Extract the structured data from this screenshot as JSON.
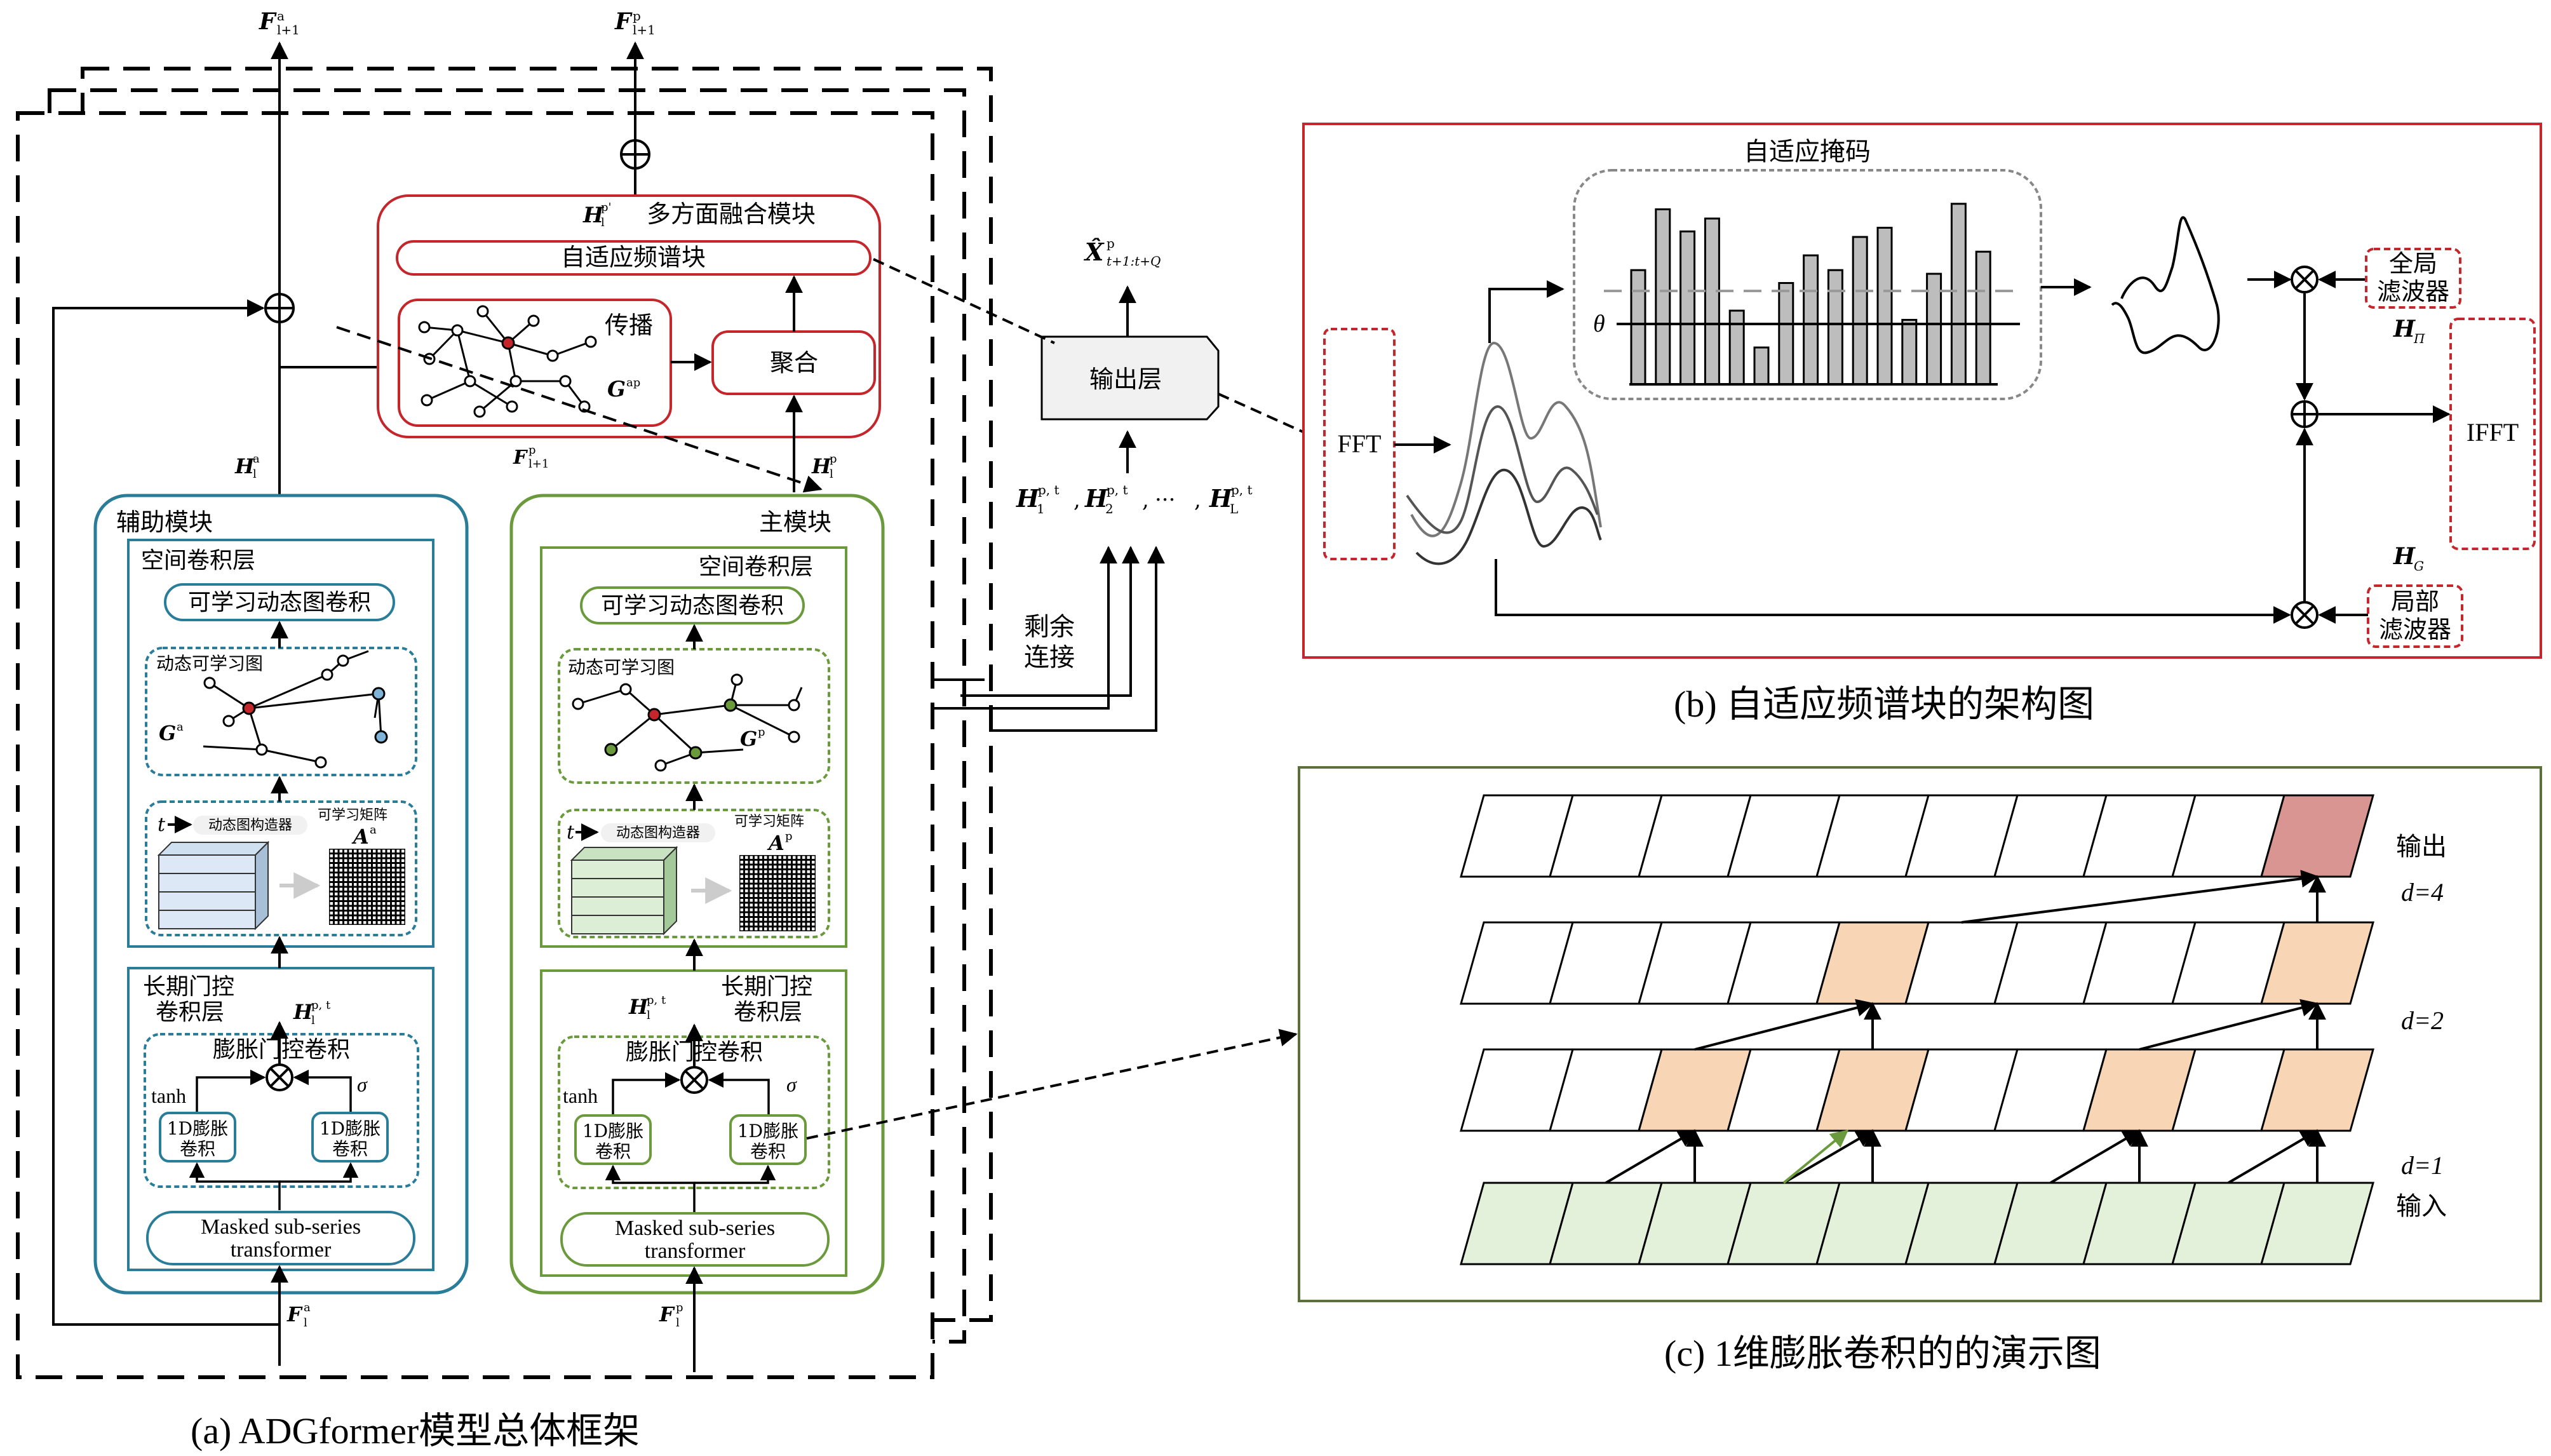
{
  "panel_a": {
    "caption": "(a) ADGformer模型总体框架",
    "top_left_output": {
      "sym": "F",
      "sub": "l+1",
      "sup": "a"
    },
    "top_right_output": {
      "sym": "F",
      "sub": "l+1",
      "sup": "p"
    },
    "fusion": {
      "title": "多方面融合模块",
      "h_label": {
        "sym": "H",
        "sub": "l",
        "sup": "p'"
      },
      "adaptive_block": "自适应频谱块",
      "propagate": "传播",
      "aggregate": "聚合",
      "g_label": {
        "sym": "G",
        "sup": "ap"
      },
      "f_label": {
        "sym": "F",
        "sub": "l+1",
        "sup": "p"
      }
    },
    "h_a_label": {
      "sym": "H",
      "sub": "l",
      "sup": "a"
    },
    "h_p_label": {
      "sym": "H",
      "sub": "l",
      "sup": "p"
    },
    "aux": {
      "title": "辅助模块",
      "spatial": "空间卷积层",
      "learnable_conv": "可学习动态图卷积",
      "dyn_graph": "动态可学习图",
      "g_label": {
        "sym": "G",
        "sup": "a"
      },
      "t_label": "t",
      "constructor": "动态图构造器",
      "matrix_label": "可学习矩阵",
      "a_label": {
        "sym": "A",
        "sup": "a"
      },
      "longterm": [
        "长期门控",
        "卷积层"
      ],
      "h_label": {
        "sym": "H",
        "sub": "l",
        "sup": "p, t"
      },
      "dilated_gate": "膨胀门控卷积",
      "tanh": "tanh",
      "sigma": "σ",
      "conv1d": [
        "1D膨胀",
        "卷积"
      ],
      "masked": [
        "Masked sub-series",
        "transformer"
      ],
      "f_in": {
        "sym": "F",
        "sub": "l",
        "sup": "a"
      }
    },
    "main": {
      "title": "主模块",
      "spatial": "空间卷积层",
      "learnable_conv": "可学习动态图卷积",
      "dyn_graph": "动态可学习图",
      "g_label": {
        "sym": "G",
        "sup": "p"
      },
      "t_label": "t",
      "constructor": "动态图构造器",
      "matrix_label": "可学习矩阵",
      "a_label": {
        "sym": "A",
        "sup": "p"
      },
      "longterm": [
        "长期门控",
        "卷积层"
      ],
      "h_label": {
        "sym": "H",
        "sub": "l",
        "sup": "p, t"
      },
      "dilated_gate": "膨胀门控卷积",
      "tanh": "tanh",
      "sigma": "σ",
      "conv1d": [
        "1D膨胀",
        "卷积"
      ],
      "masked": [
        "Masked sub-series",
        "transformer"
      ],
      "f_in": {
        "sym": "F",
        "sub": "l",
        "sup": "p"
      }
    },
    "output_layer": "输出层",
    "xhat": {
      "sym": "X̂",
      "sub": "t+1:t+Q",
      "sup": "p"
    },
    "residual": [
      "剩余",
      "连接"
    ],
    "h_seq": [
      "H",
      "1",
      "p, t",
      "H",
      "2",
      "p, t",
      "···",
      "H",
      "L",
      "p, t"
    ]
  },
  "panel_b": {
    "caption": "(b) 自适应频谱块的架构图",
    "mask_title": "自适应掩码",
    "fft": "FFT",
    "ifft": "IFFT",
    "theta": "θ",
    "global_filter": [
      "全局",
      "滤波器"
    ],
    "local_filter": [
      "局部",
      "滤波器"
    ],
    "h_pi": {
      "sym": "H",
      "sub": "Π"
    },
    "h_g": {
      "sym": "H",
      "sub": "G"
    },
    "mask_bars": [
      0.62,
      0.95,
      0.83,
      0.9,
      0.4,
      0.2,
      0.55,
      0.7,
      0.62,
      0.8,
      0.85,
      0.35,
      0.6,
      0.98,
      0.72
    ]
  },
  "panel_c": {
    "caption": "(c) 1维膨胀卷积的的演示图",
    "output_label": "输出",
    "input_label": "输入",
    "d_labels": [
      "d=4",
      "d=2",
      "d=1"
    ],
    "columns": 10,
    "highlight": {
      "output_row": [
        9
      ],
      "d2_row": [
        4,
        9
      ],
      "d1_row": [
        2,
        4,
        7,
        9
      ]
    },
    "colors": {
      "output": "#d99592",
      "hidden": "#f8d5b5",
      "input": "#e3f0da",
      "red": "#c4262b",
      "blue": "#2a7d98",
      "green": "#6a9a3c"
    }
  }
}
